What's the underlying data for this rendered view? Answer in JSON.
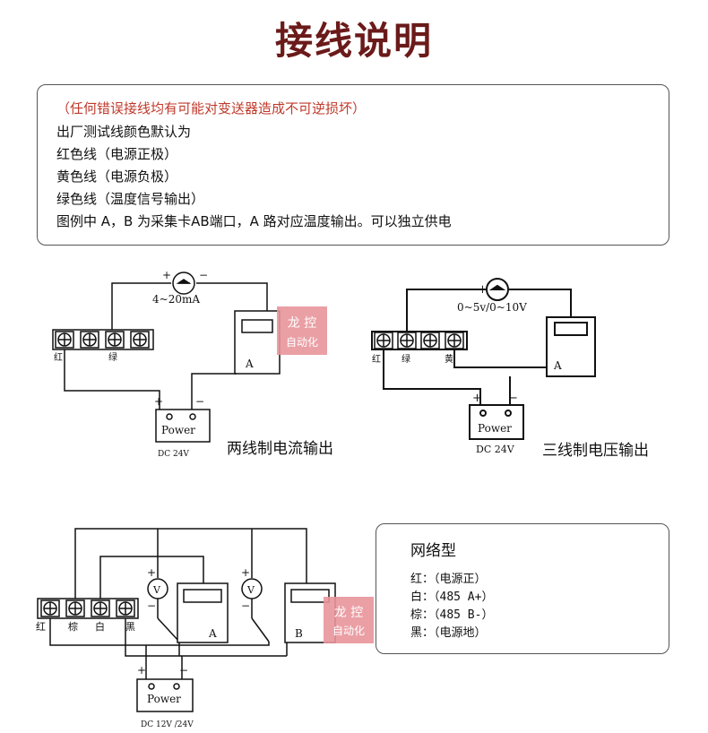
{
  "title": "接线说明",
  "notes": {
    "warning": "（任何错误接线均有可能对变送器造成不可逆损坏）",
    "lines": [
      "出厂测试线颜色默认为",
      "红色线（电源正极）",
      "黄色线（电源负极）",
      "绿色线（温度信号输出）",
      "图例中 A，B 为采集卡AB端口，A 路对应温度输出。可以独立供电"
    ]
  },
  "diagram1": {
    "caption": "两线制电流输出",
    "meter_label": "4~20mA",
    "plus": "+",
    "minus": "−",
    "terminal_red": "红",
    "terminal_green": "绿",
    "card_label": "A",
    "power_label": "Power",
    "supply": "DC  24V",
    "watermark_top": "龙 控",
    "watermark_bottom": "自动化"
  },
  "diagram2": {
    "caption": "三线制电压输出",
    "meter_label": "0~5v/0~10V",
    "plus": "+",
    "minus": "−",
    "terminal_red": "红",
    "terminal_green": "绿",
    "terminal_yellow": "黄",
    "card_label": "A",
    "power_label": "Power",
    "supply": "DC  24V"
  },
  "diagram3": {
    "terminal_red": "红",
    "terminal_brown": "棕",
    "terminal_white": "白",
    "terminal_black": "黑",
    "card_a": "A",
    "card_b": "B",
    "meter_symbol": "V",
    "plus": "+",
    "minus": "−",
    "power_label": "Power",
    "supply": "DC  12V /24V",
    "watermark_top": "龙 控",
    "watermark_bottom": "自动化"
  },
  "network": {
    "title": "网络型",
    "lines": [
      "红：（电源正）",
      "白：（485 A+）",
      "棕：（485 B-）",
      "黑：（电源地）"
    ]
  },
  "colors": {
    "title": "#6b1a1a",
    "warning": "#c0392b",
    "watermark": "#e06666"
  }
}
